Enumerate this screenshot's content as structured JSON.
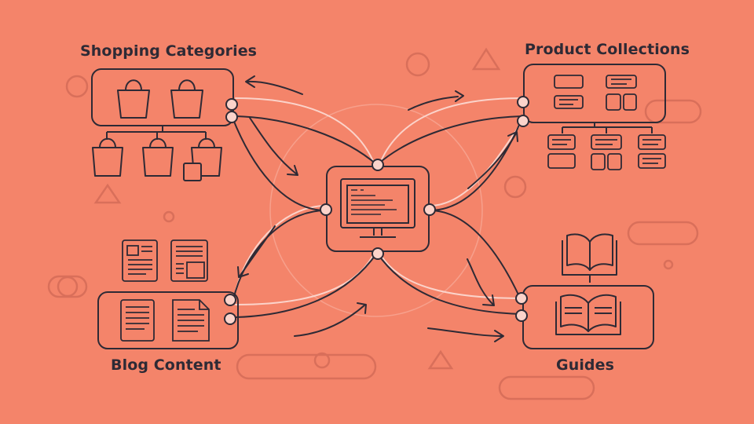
{
  "diagram": {
    "nodes": {
      "shopping": {
        "label": "Shopping Categories",
        "icon": "shopping-bag-icon"
      },
      "products": {
        "label": "Product Collections",
        "icon": "product-card-icon"
      },
      "blog": {
        "label": "Blog Content",
        "icon": "document-icon"
      },
      "guides": {
        "label": "Guides",
        "icon": "open-book-icon"
      },
      "hub": {
        "icon": "computer-monitor-icon"
      }
    },
    "colors": {
      "background": "#F4846A",
      "ink": "#2E2A35",
      "highlight": "#FBD3CA",
      "decor": "#D96F5A"
    }
  }
}
